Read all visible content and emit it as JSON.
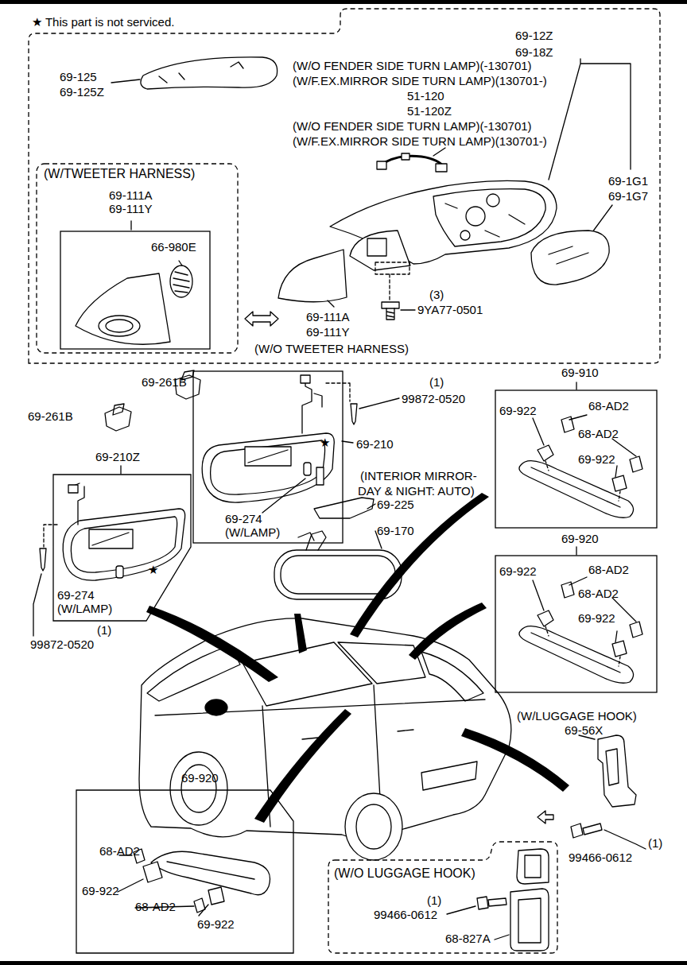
{
  "diagram": {
    "nodes": [
      {
        "text": [
          "(W/O TWEETER HARNESS)"
        ]
      },
      {
        "text": [
          "(W/TWEETER HARNESS)"
        ],
        "in": 0
      },
      {
        "text": [
          "69-111A 69-111Y",
          "66-980E"
        ],
        "in": 1
      },
      {
        "text": [
          "69-210Z",
          "69-274 (W/LAMP)",
          "★"
        ]
      },
      {
        "text": [
          "69-274 (W/LAMP)",
          "★"
        ]
      },
      {
        "text": [
          "69-910",
          "69-922",
          "68-AD2",
          "68-AD2",
          "69-922"
        ]
      },
      {
        "text": [
          "69-920",
          "69-922",
          "68-AD2",
          "68-AD2",
          "69-922"
        ]
      },
      {
        "text": [
          "69-920",
          "68-AD2",
          "69-922",
          "68-AD2",
          "69-922"
        ]
      },
      {
        "text": [
          "(W/O LUGGAGE HOOK)",
          "(1)",
          "99466-0612",
          "68-827A"
        ]
      }
    ],
    "labels": [
      "★ This part is not serviced.",
      "69-12Z",
      "69-18Z",
      "(W/O FENDER SIDE TURN LAMP)(-130701)",
      "(W/F.EX.MIRROR SIDE TURN LAMP)(130701-)",
      "51-120",
      "51-120Z",
      "(W/O FENDER SIDE TURN LAMP)(-130701)",
      "(W/F.EX.MIRROR SIDE TURN LAMP)(130701-)",
      "69-125",
      "69-125Z",
      "69-1G1",
      "69-1G7",
      "(3)",
      "9YA77-0501",
      "69-111A",
      "69-111Y",
      "69-261B",
      "69-261B",
      "(1)",
      "99872-0520",
      "69-210",
      "(INTERIOR MIRROR-",
      "DAY & NIGHT: AUTO)",
      "69-225",
      "69-170",
      "(1)",
      "99872-0520",
      "(W/LUGGAGE HOOK)",
      "69-56X",
      "(1)",
      "99466-0612"
    ]
  }
}
